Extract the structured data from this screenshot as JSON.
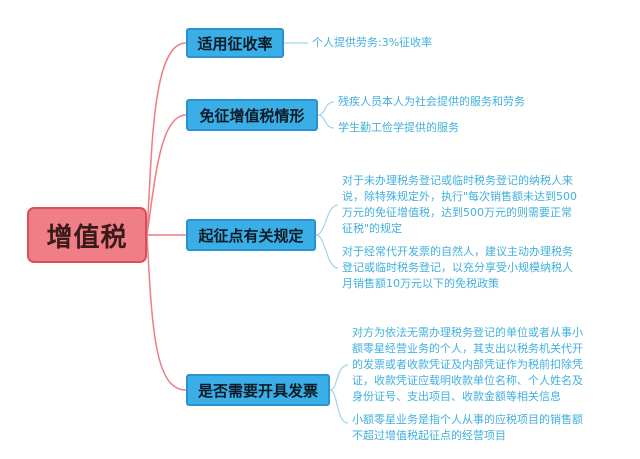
{
  "root": {
    "label": "增值税"
  },
  "branches": [
    {
      "label": "适用征收率",
      "leaves": [
        {
          "lines": [
            "个人提供劳务:3%征收率"
          ]
        }
      ]
    },
    {
      "label": "免征增值税情形",
      "leaves": [
        {
          "lines": [
            "残疾人员本人为社会提供的服务和劳务"
          ]
        },
        {
          "lines": [
            "学生勤工俭学提供的服务"
          ]
        }
      ]
    },
    {
      "label": "起征点有关规定",
      "leaves": [
        {
          "lines": [
            "对于未办理税务登记或临时税务登记的纳税人来",
            "说，除特殊规定外，执行\"每次销售额未达到500",
            "万元的免征增值税，达到500万元的则需要正常",
            "征税\"的规定"
          ]
        },
        {
          "lines": [
            "对于经常代开发票的自然人，建议主动办理税务",
            "登记或临时税务登记，以充分享受小规模纳税人",
            "月销售额10万元以下的免税政策"
          ]
        }
      ]
    },
    {
      "label": "是否需要开具发票",
      "leaves": [
        {
          "lines": [
            "对方为依法无需办理税务登记的单位或者从事小",
            "额零星经营业务的个人，其支出以税务机关代开",
            "的发票或者收款凭证及内部凭证作为税前扣除凭",
            "证，收款凭证应载明收款单位名称、个人姓名及",
            "身份证号、支出项目、收款金额等相关信息"
          ]
        },
        {
          "lines": [
            "小额零星业务是指个人从事的应税项目的销售额",
            "不超过增值税起征点的经营项目"
          ]
        }
      ]
    }
  ],
  "colors": {
    "root_fill": "#ef7e86",
    "root_border": "#d9505d",
    "branch_fill": "#3aaee6",
    "branch_border": "#2a93cc",
    "leaf_text": "#42b0de",
    "line_root": "#ee7d85",
    "line_leaf": "#9fd4ee"
  }
}
